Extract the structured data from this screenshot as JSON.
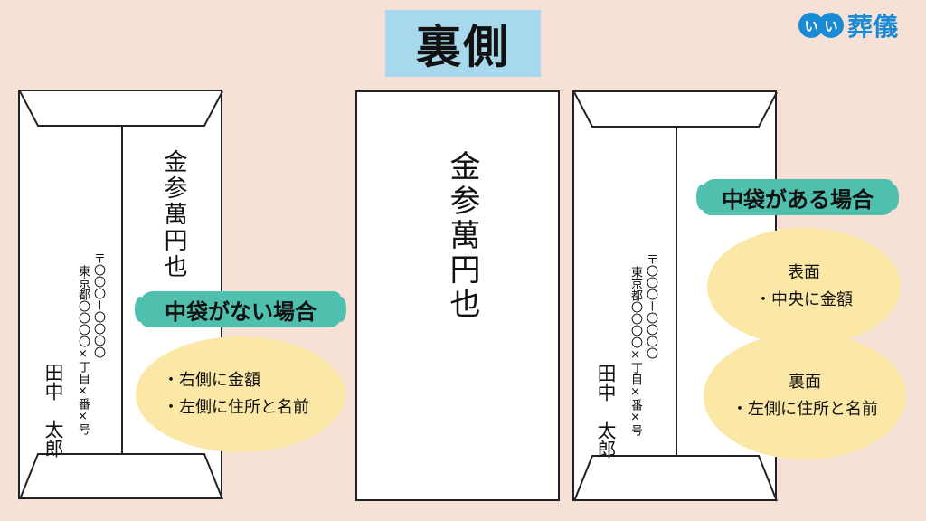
{
  "title": "裏側",
  "logo": {
    "circles": [
      "い",
      "い"
    ],
    "text": "葬儀",
    "color": "#1a8ad4"
  },
  "envelopes": {
    "left": {
      "amount": "金参萬円也",
      "postal": "〒〇〇〇ー〇〇〇〇",
      "address": "東京都〇〇〇〇×丁目×番×号",
      "name": "田中　太郎"
    },
    "center": {
      "amount": "金参萬円也"
    },
    "right": {
      "postal": "〒〇〇〇ー〇〇〇〇",
      "address": "東京都〇〇〇〇×丁目×番×号",
      "name": "田中　太郎"
    }
  },
  "no_inner_bag": {
    "label": "中袋がない場合",
    "lines": [
      "・右側に金額",
      "・左側に住所と名前"
    ]
  },
  "with_inner_bag": {
    "label": "中袋がある場合",
    "front": {
      "heading": "表面",
      "line": "・中央に金額"
    },
    "back": {
      "heading": "裏面",
      "line": "・左側に住所と名前"
    }
  },
  "colors": {
    "background": "#f6e1d6",
    "title_box": "#a8d8ec",
    "label_brush": "#4fbfae",
    "bubble": "#fbe7a6"
  }
}
